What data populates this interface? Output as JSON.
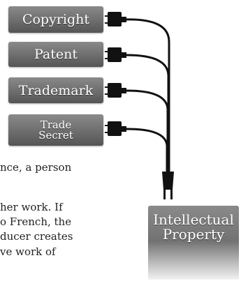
{
  "boxes": {
    "copyright": "Copyright",
    "patent": "Patent",
    "trademark": "Trademark",
    "trade_secret_line1": "Trade",
    "trade_secret_line2": "Secret",
    "ip_line1": "Intellectual",
    "ip_line2": "Property"
  },
  "body_text": [
    "nce, a person",
    "her work. If",
    "o French, the",
    "ducer creates",
    "ve work of"
  ],
  "colors": {
    "box": "#6d6d6d",
    "wire": "#111111",
    "text": "#222222"
  }
}
